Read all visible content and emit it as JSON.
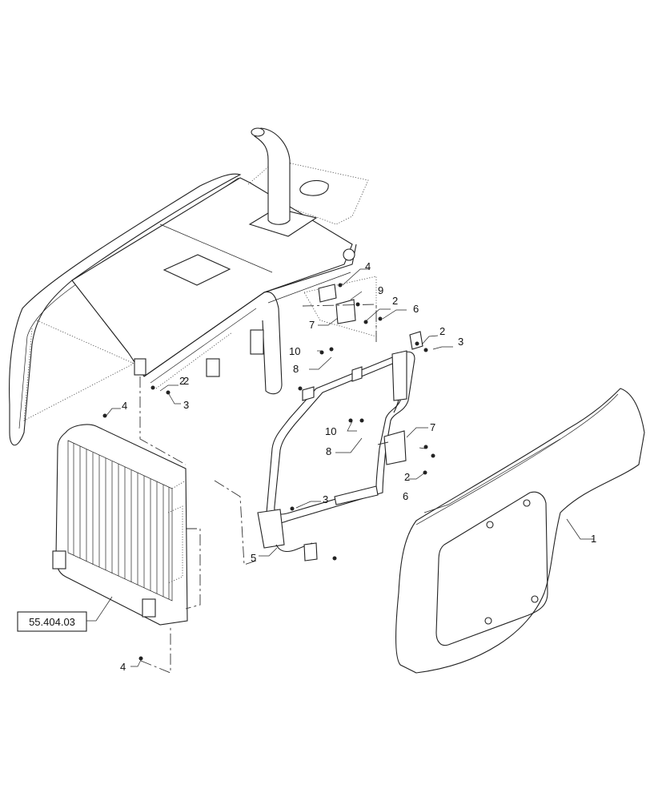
{
  "diagram": {
    "callouts": [
      "1",
      "2",
      "2",
      "2",
      "2",
      "2",
      "3",
      "3",
      "3",
      "4",
      "4",
      "4",
      "5",
      "6",
      "6",
      "7",
      "7",
      "8",
      "8",
      "9",
      "10",
      "10"
    ],
    "reference_box": "55.404.03"
  }
}
